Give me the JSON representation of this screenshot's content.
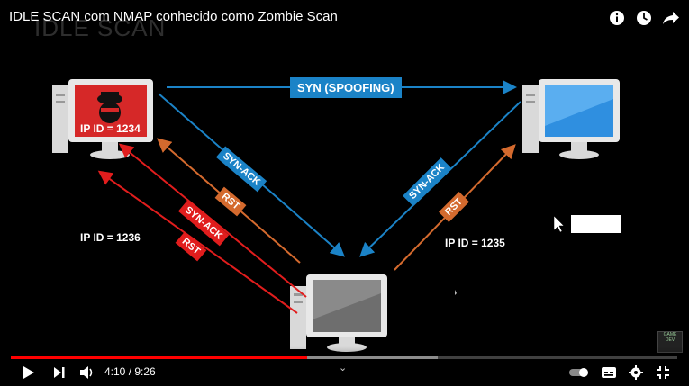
{
  "video": {
    "title": "IDLE SCAN com NMAP conhecido como Zombie Scan",
    "slide_watermark": "IDLE SCAN",
    "progress": {
      "played_fraction": 0.445,
      "loaded_fraction": 0.64
    }
  },
  "slide": {
    "syn_spoofing": "SYN (SPOOFING)",
    "ip_id_attacker": "IP ID = 1234",
    "ip_id_left": "IP ID = 1236",
    "ip_id_right": "IP ID = 1235",
    "syn_ack_blue_left": "SYN-ACK",
    "rst_orange_left": "RST",
    "syn_ack_red": "SYN-ACK",
    "rst_red": "RST",
    "syn_ack_blue_right": "SYN-ACK",
    "rst_orange_right": "RST"
  },
  "player": {
    "time_display": "4:10 / 9:26",
    "chevron": "⌄"
  },
  "colors": {
    "blue": "#1b83c7",
    "orange": "#d46a2e",
    "red": "#e11d1d",
    "progress_red": "#ff0000"
  },
  "icons": [
    "info-icon",
    "clock-icon",
    "share-icon",
    "play-icon",
    "next-icon",
    "volume-icon",
    "autoplay-toggle-icon",
    "subtitles-icon",
    "settings-icon",
    "exit-fullscreen-icon"
  ]
}
